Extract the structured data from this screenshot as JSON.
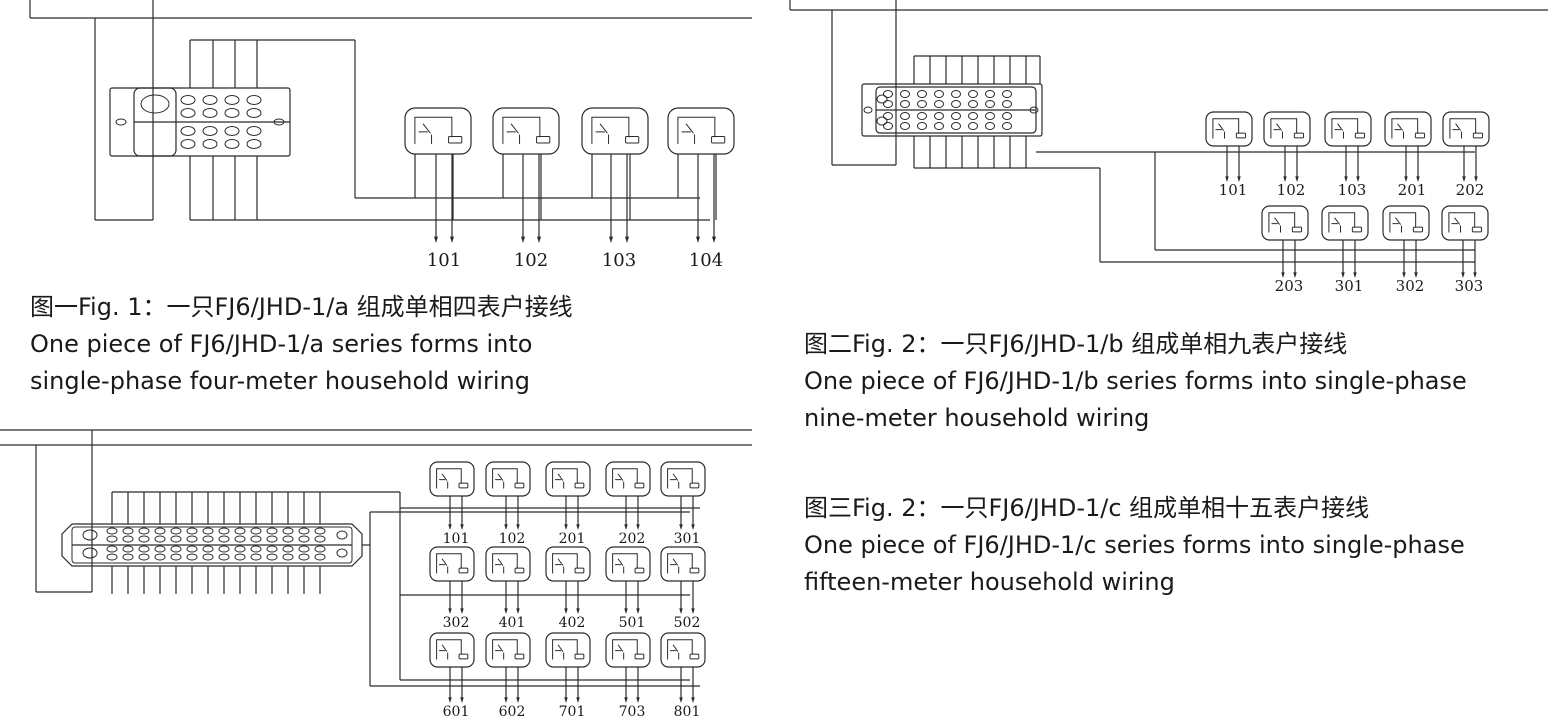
{
  "figures": [
    {
      "id": "fig1",
      "caption_line1": "图一Fig. 1：一只FJ6/JHD-1/a 组成单相四表户接线",
      "caption_line2": "One piece of FJ6/JHD-1/a series forms into",
      "caption_line3": "single-phase four-meter household wiring",
      "meter_labels": [
        "101",
        "102",
        "103",
        "104"
      ]
    },
    {
      "id": "fig2",
      "caption_line1": "图二Fig. 2：一只FJ6/JHD-1/b 组成单相九表户接线",
      "caption_line2": "One piece of FJ6/JHD-1/b series forms into single-phase",
      "caption_line3": "nine-meter household wiring",
      "meter_labels": [
        "101",
        "102",
        "103",
        "201",
        "202",
        "203",
        "301",
        "302",
        "303"
      ]
    },
    {
      "id": "fig3",
      "caption_line1": "图三Fig. 2：一只FJ6/JHD-1/c 组成单相十五表户接线",
      "caption_line2": "One piece of FJ6/JHD-1/c series forms into single-phase",
      "caption_line3": "fifteen-meter household wiring",
      "meter_labels": [
        "101",
        "102",
        "201",
        "202",
        "301",
        "302",
        "401",
        "402",
        "501",
        "502",
        "601",
        "602",
        "701",
        "703",
        "801"
      ]
    }
  ],
  "colors": {
    "line": "#2b2b2b",
    "text": "#1a1a1a",
    "background": "#ffffff"
  }
}
